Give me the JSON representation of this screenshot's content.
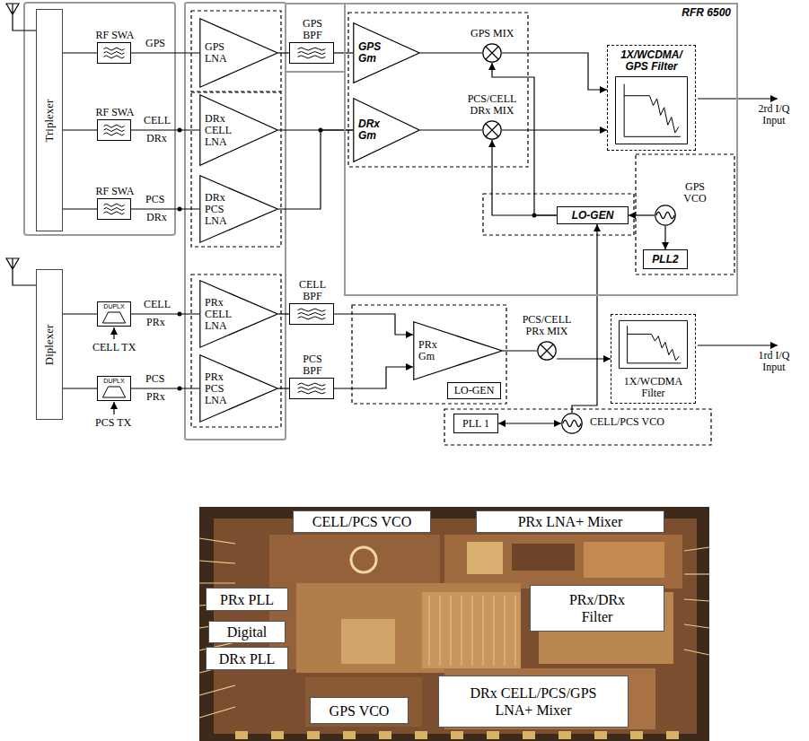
{
  "diagram": {
    "nodes": [
      {
        "text": [
          "Triplexer"
        ]
      },
      {
        "text": [
          "RF SWA"
        ]
      },
      {
        "text": [
          "RF SWA"
        ]
      },
      {
        "text": [
          "RF SWA"
        ]
      },
      {
        "text": [
          "GPS LNA"
        ]
      },
      {
        "text": [
          "DRx CELL LNA"
        ]
      },
      {
        "text": [
          "DRx PCS LNA"
        ]
      },
      {
        "text": [
          "GPS BPF"
        ]
      },
      {
        "text": [
          "RFR 6500"
        ]
      },
      {
        "text": [
          "GPS Gm"
        ],
        "in": 8
      },
      {
        "text": [
          "DRx Gm"
        ],
        "in": 8
      },
      {
        "text": [
          "GPS MIX"
        ],
        "in": 8
      },
      {
        "text": [
          "PCS/CELL DRx MIX"
        ],
        "in": 8
      },
      {
        "text": [
          "1X/WCDMA/ GPS Filter"
        ],
        "in": 8
      },
      {
        "text": [
          "LO-GEN"
        ],
        "in": 8
      },
      {
        "text": [
          "GPS VCO"
        ],
        "in": 8
      },
      {
        "text": [
          "PLL2"
        ],
        "in": 8
      },
      {
        "text": [
          "Diplexer"
        ]
      },
      {
        "text": [
          "DUPLX"
        ]
      },
      {
        "text": [
          "DUPLX"
        ]
      },
      {
        "text": [
          "PRx CELL LNA"
        ]
      },
      {
        "text": [
          "PRx PCS LNA"
        ]
      },
      {
        "text": [
          "CELL BPF"
        ]
      },
      {
        "text": [
          "PCS BPF"
        ]
      },
      {
        "text": [
          "PRx Gm"
        ]
      },
      {
        "text": [
          "PCS/CELL PRx MIX"
        ]
      },
      {
        "text": [
          "LO-GEN"
        ]
      },
      {
        "text": [
          "1X/WCDMA Filter"
        ]
      },
      {
        "text": [
          "PLL 1"
        ]
      },
      {
        "text": [
          "CELL/PCS VCO"
        ]
      },
      {
        "text": [
          "CELL/PCS VCO"
        ]
      },
      {
        "text": [
          "PRx LNA+ Mixer"
        ]
      },
      {
        "text": [
          "PRx PLL"
        ]
      },
      {
        "text": [
          "PRx/DRx Filter"
        ]
      },
      {
        "text": [
          "Digital"
        ]
      },
      {
        "text": [
          "DRx PLL"
        ]
      },
      {
        "text": [
          "GPS VCO"
        ]
      },
      {
        "text": [
          "DRx CELL/PCS/GPS LNA+ Mixer"
        ]
      }
    ],
    "edges": [
      {
        "from": 0,
        "to": 1,
        "arrow": "none"
      },
      {
        "from": 0,
        "to": 2,
        "arrow": "none"
      },
      {
        "from": 0,
        "to": 3,
        "arrow": "none"
      },
      {
        "from": 1,
        "to": 4,
        "arrow": "none"
      },
      {
        "from": 2,
        "to": 5,
        "arrow": "none"
      },
      {
        "from": 3,
        "to": 6,
        "arrow": "none"
      },
      {
        "from": 4,
        "to": 7,
        "arrow": "none"
      },
      {
        "from": 7,
        "to": 9,
        "arrow": "none"
      },
      {
        "from": 5,
        "to": 10,
        "arrow": "none"
      },
      {
        "from": 6,
        "to": 10,
        "arrow": "none"
      },
      {
        "from": 9,
        "to": 11,
        "arrow": "none"
      },
      {
        "from": 10,
        "to": 12,
        "arrow": "none"
      },
      {
        "from": 11,
        "to": 13,
        "arrow": "to"
      },
      {
        "from": 12,
        "to": 13,
        "arrow": "to"
      },
      {
        "from": 14,
        "to": 11,
        "arrow": "to"
      },
      {
        "from": 14,
        "to": 12,
        "arrow": "to"
      },
      {
        "from": 15,
        "to": 14,
        "arrow": "to"
      },
      {
        "from": 15,
        "to": 16,
        "arrow": "to"
      },
      {
        "from": 29,
        "to": 14,
        "arrow": "to"
      },
      {
        "from": 28,
        "to": 29,
        "arrow": "both"
      },
      {
        "from": 17,
        "to": 18,
        "arrow": "none"
      },
      {
        "from": 17,
        "to": 19,
        "arrow": "none"
      },
      {
        "from": 18,
        "to": 20,
        "arrow": "none"
      },
      {
        "from": 19,
        "to": 21,
        "arrow": "none"
      },
      {
        "from": 20,
        "to": 22,
        "arrow": "none"
      },
      {
        "from": 21,
        "to": 23,
        "arrow": "none"
      },
      {
        "from": 22,
        "to": 24,
        "arrow": "to"
      },
      {
        "from": 23,
        "to": 24,
        "arrow": "to"
      },
      {
        "from": 24,
        "to": 25,
        "arrow": "none"
      },
      {
        "from": 25,
        "to": 27,
        "arrow": "to"
      }
    ],
    "labels": [
      "GPS",
      "CELL",
      "DRx",
      "PCS",
      "DRx",
      "CELL",
      "PRx",
      "PCS",
      "PRx",
      "CELL TX",
      "PCS TX",
      "2rd I/Q Input",
      "1rd I/Q Input"
    ]
  }
}
